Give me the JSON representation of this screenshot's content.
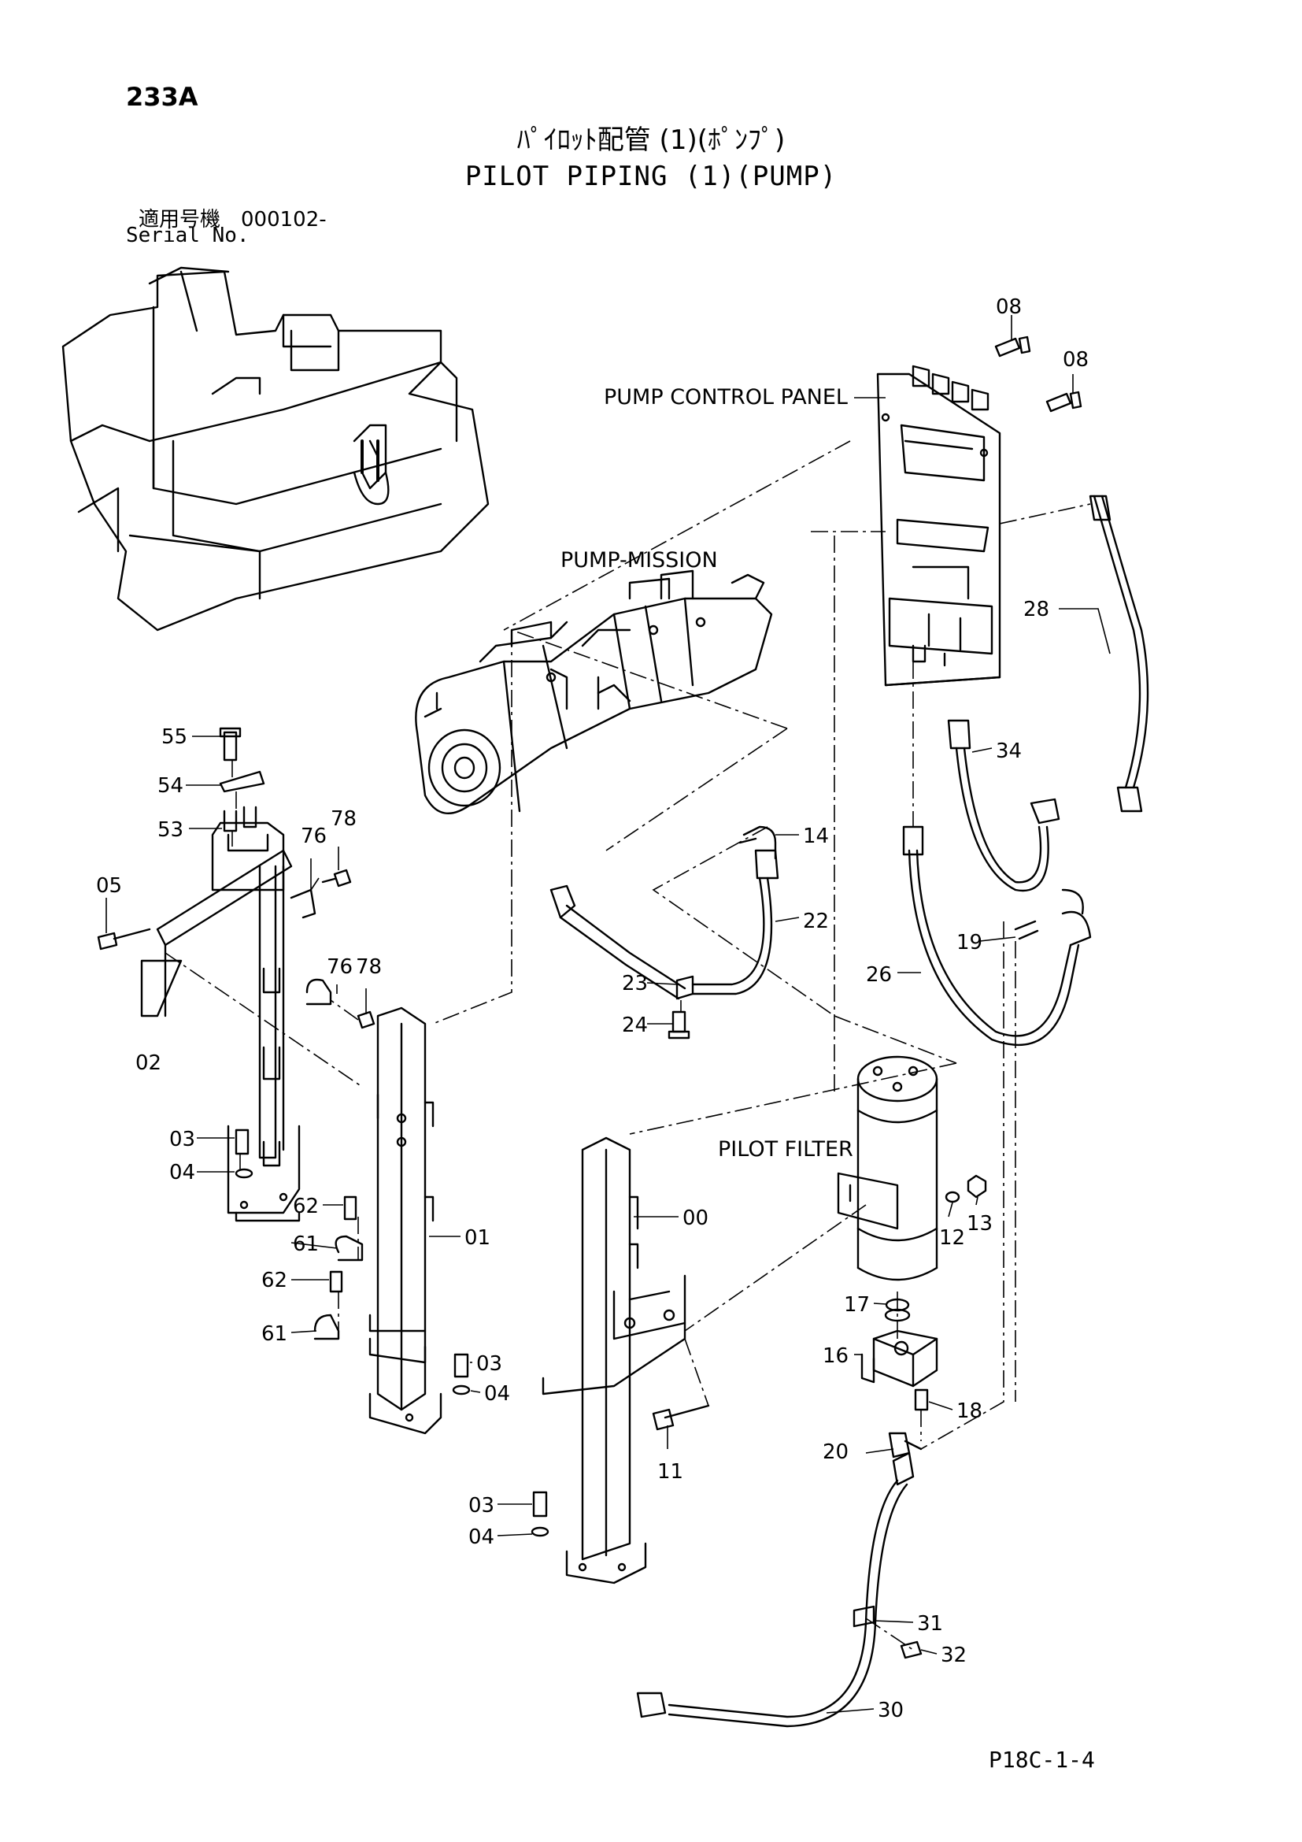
{
  "header": {
    "page_code": "233A",
    "title_jp": "ﾊﾟｲﾛｯﾄ配管 (1)(ﾎﾟﾝﾌﾟ)",
    "title_en": "PILOT PIPING (1)(PUMP)",
    "serial_jp": "適用号機　000102-",
    "serial_en": "Serial No."
  },
  "labels": {
    "pump_control_panel": "PUMP CONTROL PANEL",
    "pump_mission": "PUMP-MISSION",
    "pilot_filter": "PILOT FILTER"
  },
  "callouts": [
    "08",
    "08",
    "28",
    "34",
    "14",
    "22",
    "19",
    "26",
    "23",
    "24",
    "55",
    "54",
    "53",
    "76",
    "78",
    "05",
    "76",
    "78",
    "02",
    "03",
    "04",
    "62",
    "61",
    "62",
    "61",
    "01",
    "03",
    "04",
    "00",
    "13",
    "12",
    "17",
    "16",
    "18",
    "11",
    "20",
    "03",
    "04",
    "31",
    "32",
    "30"
  ],
  "footer": {
    "page_ref": "P18C-1-4"
  }
}
